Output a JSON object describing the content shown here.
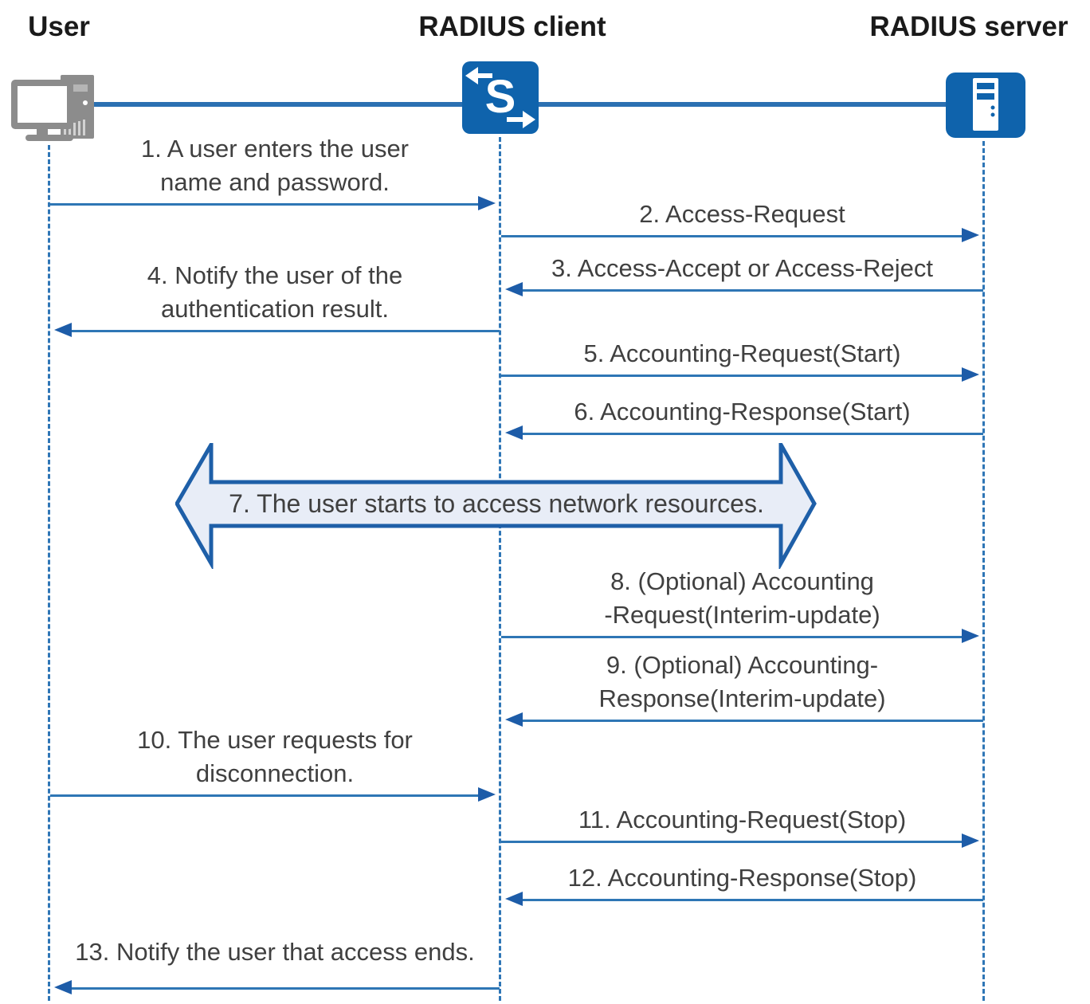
{
  "actors": [
    {
      "id": "user",
      "label": "User",
      "icon": "computer-icon"
    },
    {
      "id": "radius-client",
      "label": "RADIUS client",
      "icon": "switch-icon",
      "icon_letter": "S"
    },
    {
      "id": "radius-server",
      "label": "RADIUS server",
      "icon": "server-icon"
    }
  ],
  "messages": [
    {
      "num": "1",
      "lines": [
        "1. A user enters the user",
        "name and password."
      ],
      "from": "user",
      "to": "radius-client"
    },
    {
      "num": "2",
      "lines": [
        "2. Access-Request"
      ],
      "from": "radius-client",
      "to": "radius-server"
    },
    {
      "num": "3",
      "lines": [
        "3. Access-Accept or Access-Reject"
      ],
      "from": "radius-server",
      "to": "radius-client"
    },
    {
      "num": "4",
      "lines": [
        "4. Notify the user of the",
        "authentication result."
      ],
      "from": "radius-client",
      "to": "user"
    },
    {
      "num": "5",
      "lines": [
        "5. Accounting-Request(Start)"
      ],
      "from": "radius-client",
      "to": "radius-server"
    },
    {
      "num": "6",
      "lines": [
        "6. Accounting-Response(Start)"
      ],
      "from": "radius-server",
      "to": "radius-client"
    },
    {
      "num": "8",
      "lines": [
        "8. (Optional) Accounting",
        "-Request(Interim-update)"
      ],
      "from": "radius-client",
      "to": "radius-server"
    },
    {
      "num": "9",
      "lines": [
        "9. (Optional) Accounting-",
        "Response(Interim-update)"
      ],
      "from": "radius-server",
      "to": "radius-client"
    },
    {
      "num": "10",
      "lines": [
        "10. The user requests for",
        "disconnection."
      ],
      "from": "user",
      "to": "radius-client"
    },
    {
      "num": "11",
      "lines": [
        "11. Accounting-Request(Stop)"
      ],
      "from": "radius-client",
      "to": "radius-server"
    },
    {
      "num": "12",
      "lines": [
        "12. Accounting-Response(Stop)"
      ],
      "from": "radius-server",
      "to": "radius-client"
    },
    {
      "num": "13",
      "lines": [
        "13. Notify the user that access ends."
      ],
      "from": "radius-client",
      "to": "user"
    }
  ],
  "band": {
    "label": "7. The user starts to access network resources.",
    "direction": "both"
  },
  "colors": {
    "arrow_line": "#2E76B5",
    "arrow_head": "#1D5CA8",
    "lifeline": "#2F76B6",
    "backbone": "#2B70B2",
    "icon_blue": "#0F63AC",
    "computer_gray": "#8C8C8C",
    "band_fill": "#E8EDF7",
    "band_border": "#1E5FA8",
    "text": "#404040",
    "heading": "#1A1A1A"
  }
}
